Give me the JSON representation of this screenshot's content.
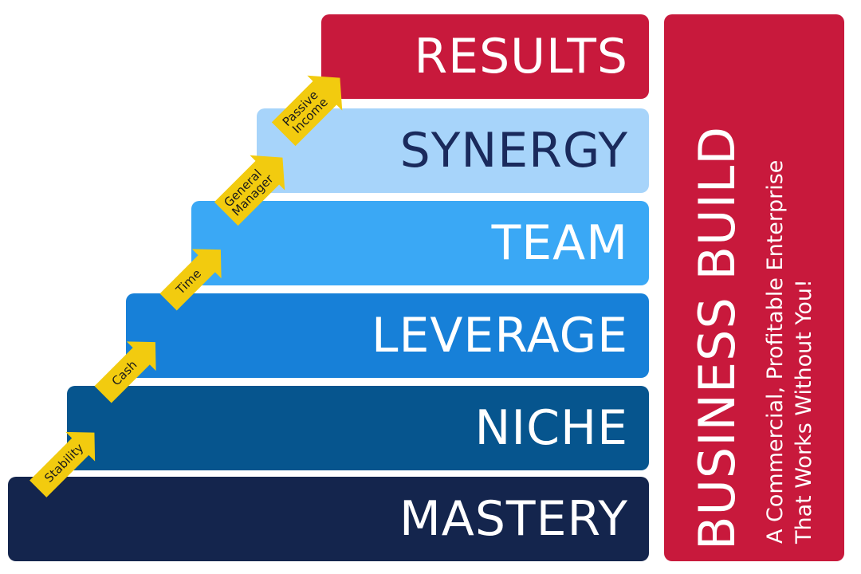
{
  "steps": [
    {
      "label": "RESULTS",
      "bg": "#c8193c",
      "fg": "#ffffff"
    },
    {
      "label": "SYNERGY",
      "bg": "#a7d4fa",
      "fg": "#1a2a5c"
    },
    {
      "label": "TEAM",
      "bg": "#3aa8f5",
      "fg": "#ffffff"
    },
    {
      "label": "LEVERAGE",
      "bg": "#1780d8",
      "fg": "#ffffff"
    },
    {
      "label": "NICHE",
      "bg": "#06558e",
      "fg": "#ffffff"
    },
    {
      "label": "MASTERY",
      "bg": "#14254d",
      "fg": "#ffffff"
    }
  ],
  "arrows": [
    {
      "lines": [
        "Stability"
      ]
    },
    {
      "lines": [
        "Cash"
      ]
    },
    {
      "lines": [
        "Time"
      ]
    },
    {
      "lines": [
        "General",
        "Manager"
      ]
    },
    {
      "lines": [
        "Passive",
        "Income"
      ]
    }
  ],
  "arrow_color": "#f2cb0f",
  "arrow_text_color": "#1a1a1a",
  "side_panel": {
    "title": "BUSINESS BUILD",
    "subtitle_line1": "A Commercial, Profitable Enterprise",
    "subtitle_line2": "That Works Without You!",
    "bg": "#c8193c",
    "fg": "#ffffff"
  }
}
